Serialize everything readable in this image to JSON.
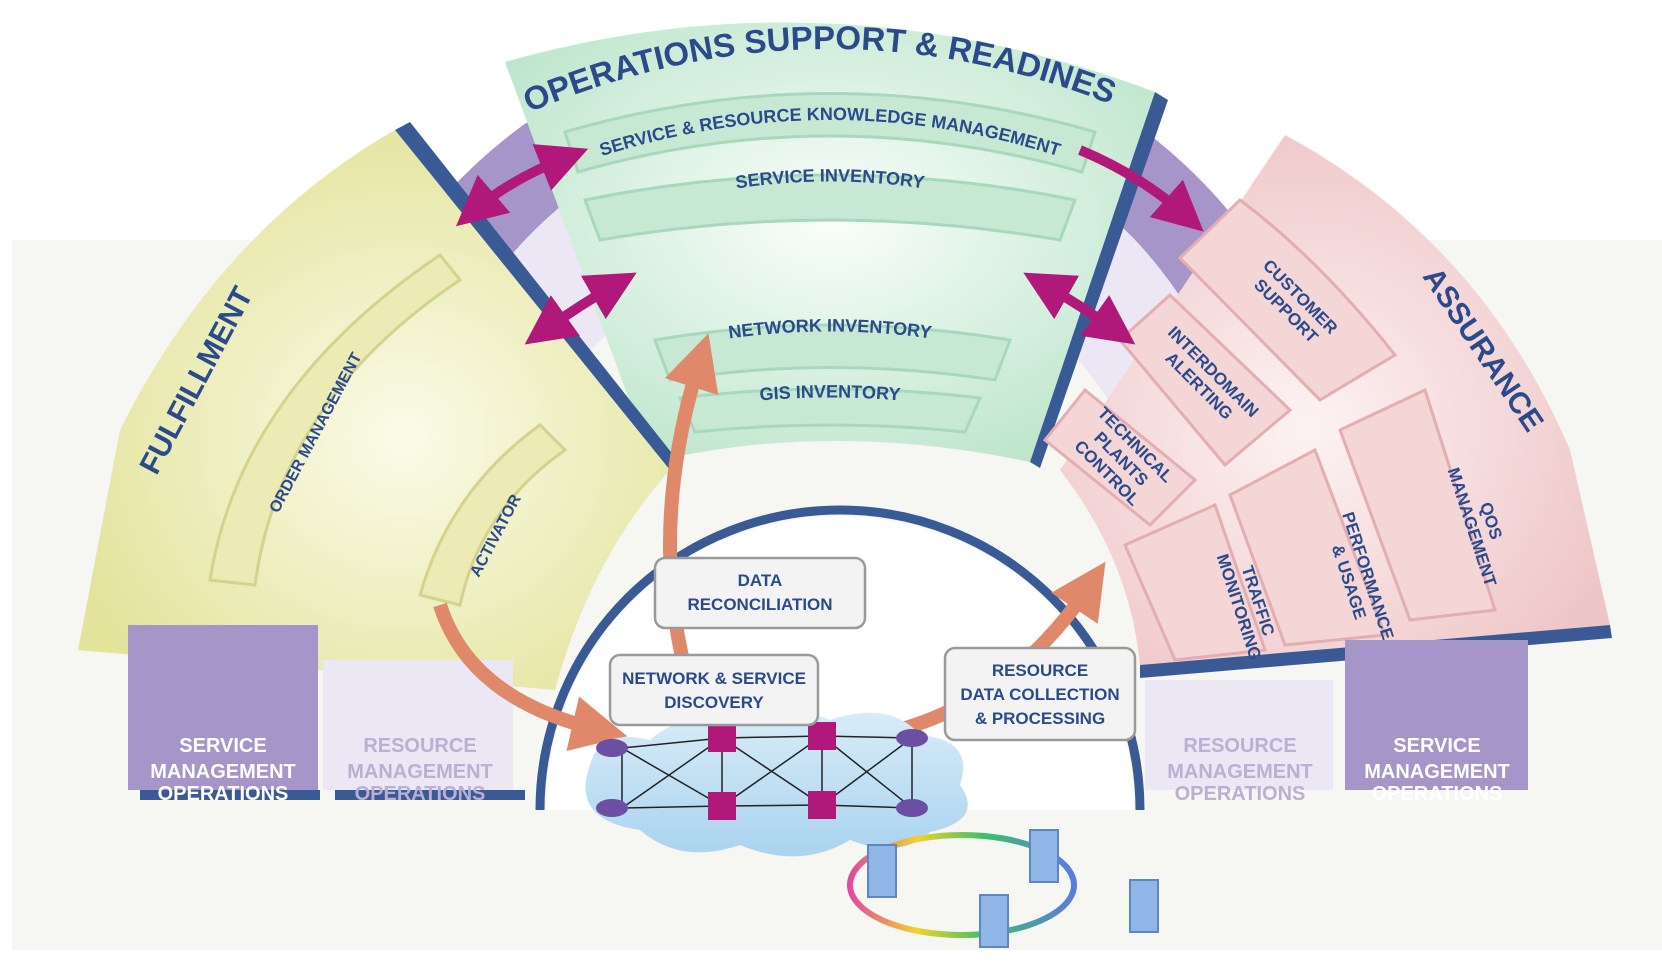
{
  "main_title": "OPERATIONS SUPPORT & READINESS",
  "oss_bands": {
    "knowledge": "SERVICE & RESOURCE KNOWLEDGE MANAGEMENT",
    "service_inventory": "SERVICE INVENTORY",
    "network_inventory": "NETWORK INVENTORY",
    "gis_inventory": "GIS INVENTORY"
  },
  "fulfillment": {
    "title": "FULFILLMENT",
    "order_management": "ORDER MANAGEMENT",
    "activator": "ACTIVATOR"
  },
  "assurance": {
    "title": "ASSURANCE",
    "customer_support": [
      "CUSTOMER",
      "SUPPORT"
    ],
    "interdomain_alerting": [
      "INTERDOMAIN",
      "ALERTING"
    ],
    "technical_plants_control": [
      "TECHNICAL",
      "PLANTS",
      "CONTROL"
    ],
    "traffic_monitoring": [
      "TRAFFIC",
      "MONITORING"
    ],
    "performance_usage": [
      "PERFORMANCE",
      "& USAGE"
    ],
    "qos_management": [
      "QOS",
      "MANAGEMENT"
    ]
  },
  "process_boxes": {
    "data_reconciliation": [
      "DATA",
      "RECONCILIATION"
    ],
    "network_service_discovery": [
      "NETWORK & SERVICE",
      "DISCOVERY"
    ],
    "resource_data_collection": [
      "RESOURCE",
      "DATA COLLECTION",
      "& PROCESSING"
    ]
  },
  "footer_blocks": {
    "left_service": [
      "SERVICE",
      "MANAGEMENT",
      "OPERATIONS"
    ],
    "left_resource": [
      "RESOURCE",
      "MANAGEMENT",
      "OPERATIONS"
    ],
    "right_resource": [
      "RESOURCE",
      "MANAGEMENT",
      "OPERATIONS"
    ],
    "right_service": [
      "SERVICE",
      "MANAGEMENT",
      "OPERATIONS"
    ]
  },
  "colors": {
    "fulfillment": "#e6e6a6",
    "oss": "#d3eedd",
    "assurance": "#f1cfd0",
    "purple": "#a595c9",
    "navy": "#3a5a96",
    "magenta": "#b0197a",
    "orange": "#e0896a"
  }
}
